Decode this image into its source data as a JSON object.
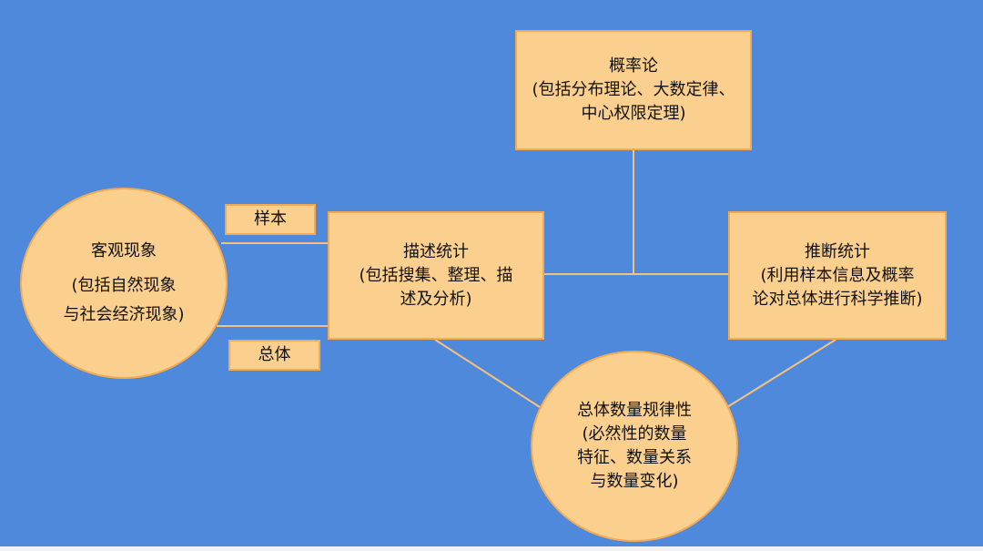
{
  "colors": {
    "background": "#4f89db",
    "node_fill": "#fbcf8e",
    "node_border": "#f3aa50",
    "connector": "#f5c27d"
  },
  "nodes": {
    "probability": {
      "title": "概率论",
      "line2": "(包括分布理论、大数定律、",
      "line3": "中心权限定理)"
    },
    "objective": {
      "title": "客观现象",
      "line2": "(包括自然现象",
      "line3": "与社会经济现象)"
    },
    "descriptive": {
      "title": "描述统计",
      "line2": "(包括搜集、整理、描",
      "line3": "述及分析)"
    },
    "inferential": {
      "title": "推断统计",
      "line2": "(利用样本信息及概率",
      "line3": "论对总体进行科学推断)"
    },
    "population_law": {
      "title": "总体数量规律性",
      "line2": "(必然性的数量",
      "line3": "特征、数量关系",
      "line4": "与数量变化)"
    }
  },
  "labels": {
    "sample": "样本",
    "population": "总体"
  }
}
